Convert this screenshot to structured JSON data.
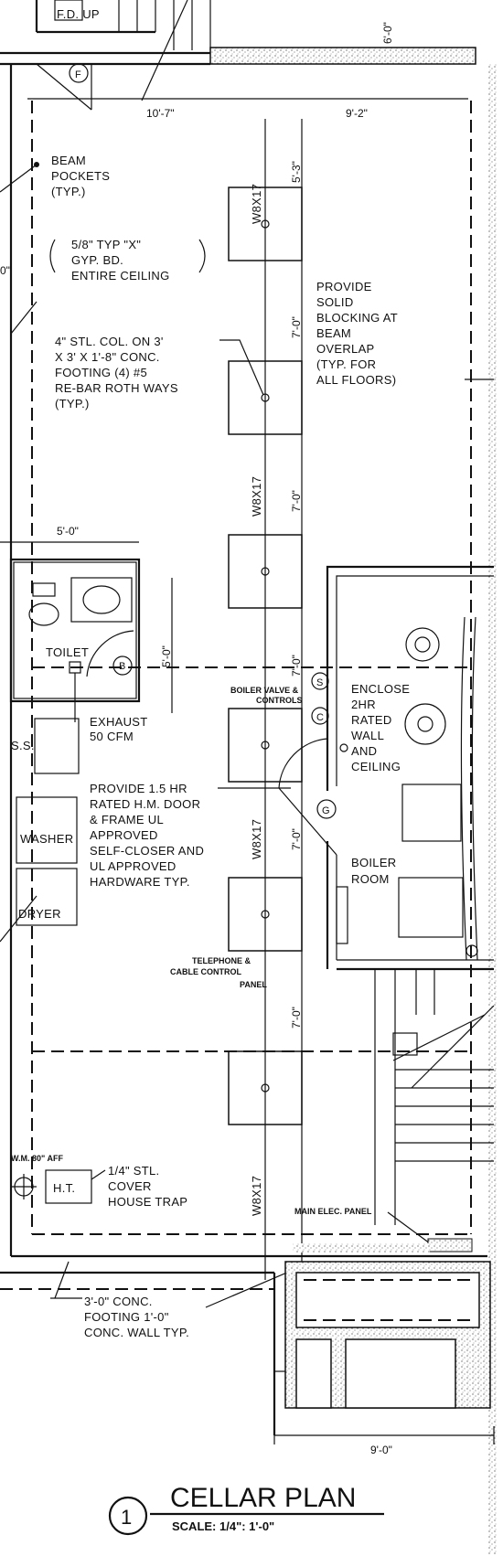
{
  "top": {
    "fd_up": "F.D. UP",
    "door_f": "F",
    "dim_left": "10'-7\"",
    "dim_right": "9'-2\"",
    "dim_vert_top": "6'-0\"",
    "dim_left_edge": "0\""
  },
  "notes": {
    "beam_pockets": [
      "BEAM",
      "POCKETS",
      "(TYP.)"
    ],
    "gyp": [
      "5/8\" TYP \"X\"",
      "GYP. BD.",
      "ENTIRE  CEILING"
    ],
    "column": [
      "4\" STL. COL. ON 3'",
      "X 3' X 1'-8\" CONC.",
      "FOOTING (4) #5",
      "RE-BAR ROTH WAYS",
      "(TYP.)"
    ],
    "blocking": [
      "PROVIDE",
      "SOLID",
      "BLOCKING AT",
      "BEAM",
      "OVERLAP",
      "(TYP. FOR",
      "ALL FLOORS)"
    ],
    "enclose": [
      "ENCLOSE",
      "2HR",
      "RATED",
      "WALL",
      "AND",
      "CEILING"
    ],
    "door": [
      "PROVIDE 1.5 HR",
      "RATED H.M. DOOR",
      "& FRAME UL",
      "APPROVED",
      "SELF-CLOSER AND",
      "UL APPROVED",
      "HARDWARE TYP."
    ],
    "exhaust": [
      "EXHAUST",
      "50 CFM"
    ],
    "house_trap": [
      "1/4\" STL.",
      "COVER",
      "HOUSE TRAP"
    ],
    "footing": [
      "3'-0\" CONC.",
      "FOOTING 1'-0\"",
      "CONC. WALL TYP."
    ],
    "boiler_valve": [
      "BOILER VALVE &",
      "CONTROLS"
    ],
    "telephone": [
      "TELEPHONE &",
      "CABLE CONTROL",
      "PANEL"
    ],
    "main_elec": "MAIN ELEC. PANEL",
    "wm": "W.M. 80\" AFF"
  },
  "rooms": {
    "toilet": "TOILET",
    "ss": "S.S.",
    "washer": "WASHER",
    "dryer": "DRYER",
    "boiler_room": [
      "BOILER",
      "ROOM"
    ],
    "ht": "H.T."
  },
  "beams": {
    "b1": "W8X17",
    "b2": "W8X17",
    "b3": "W8X17",
    "b4": "W8X17"
  },
  "dims": {
    "d1": "5'-3\"",
    "d2": "7'-0\"",
    "d3": "7'-0\"",
    "d4": "7'-0\"",
    "d5": "7'-0\"",
    "d6": "7'-0\"",
    "toilet_w": "5'-0\"",
    "toilet_h": "5'-0\"",
    "bottom": "9'-0\""
  },
  "tags": {
    "b": "B",
    "s": "S",
    "c": "C",
    "g": "G"
  },
  "title": {
    "number": "1",
    "name": "CELLAR PLAN",
    "scale": "SCALE: 1/4\": 1'-0\""
  }
}
